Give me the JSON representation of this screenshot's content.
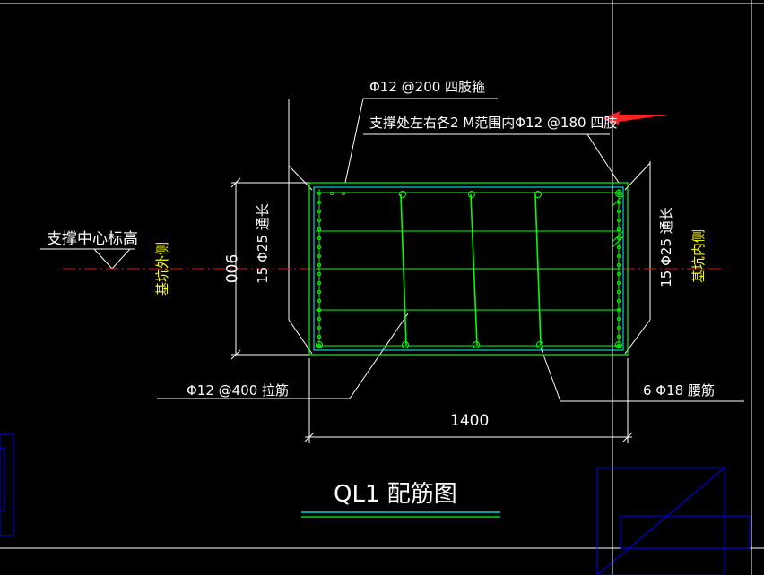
{
  "drawing": {
    "title": "QL1  配筋图",
    "annotations": {
      "stirrup_top": "Φ12 @200 四肢箍",
      "stirrup_support": "支撑处左右各2 M范围内Φ12 @180 四肢",
      "support_center": "支撑中心标高",
      "left_bars": "15 Φ25 通长",
      "right_bars": "15 Φ25 通长",
      "pit_outer": "基坑外侧",
      "pit_inner": "基坑内侧",
      "tie_bar": "Φ12 @400  拉筋",
      "waist_bar": "6 Φ18 腰筋"
    },
    "dimensions": {
      "height": "900",
      "width": "1400"
    }
  },
  "colors": {
    "background": "#000000",
    "line_white": "#ffffff",
    "rebar_green": "#00ff00",
    "cover_cyan": "#00ffff",
    "text_yellow": "#ffff00",
    "axis_red": "#ff0000",
    "frame_blue": "#0000ff",
    "arrow_red": "#ff2222"
  }
}
